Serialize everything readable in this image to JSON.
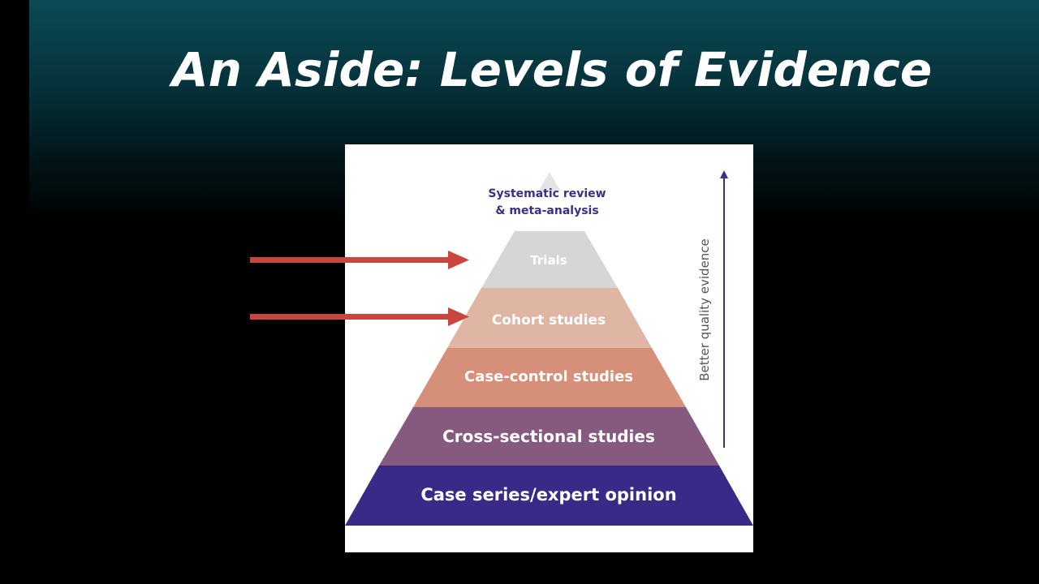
{
  "slide": {
    "title": "An Aside: Levels of Evidence"
  },
  "pyramid": {
    "levels": [
      {
        "label": "Systematic review",
        "label2": "& meta-analysis",
        "color": "#ffffff",
        "text_color": "#3a2f8a"
      },
      {
        "label": "Trials",
        "color": "#d6d6d6",
        "text_color": "#ffffff"
      },
      {
        "label": "Cohort studies",
        "color": "#dfb6a4",
        "text_color": "#ffffff"
      },
      {
        "label": "Case-control studies",
        "color": "#d68f78",
        "text_color": "#ffffff"
      },
      {
        "label": "Cross-sectional studies",
        "color": "#86597e",
        "text_color": "#ffffff"
      },
      {
        "label": "Case series/expert opinion",
        "color": "#3a2a88",
        "text_color": "#ffffff"
      }
    ],
    "axis_label": "Better quality evidence",
    "axis_color": "#3a2f8a"
  },
  "annotations": {
    "arrow_color": "#c9463e"
  }
}
